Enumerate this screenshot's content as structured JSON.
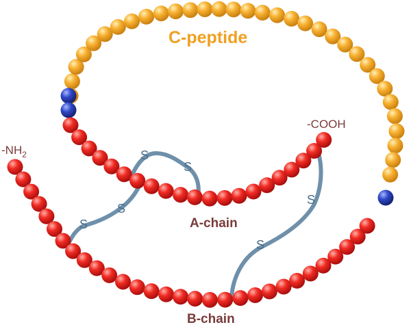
{
  "labels": {
    "c_peptide": "C-peptide",
    "a_chain": "A-chain",
    "b_chain": "B-chain",
    "cooh": "-COOH",
    "nh2_main": "-NH",
    "nh2_sub": "2",
    "sulfur": "S"
  },
  "colors": {
    "a_b_chain_residue": "#e02020",
    "c_peptide_residue": "#f5a623",
    "cleavage_residue": "#2f4fc4",
    "disulfide_bond": "#6f90aa"
  }
}
